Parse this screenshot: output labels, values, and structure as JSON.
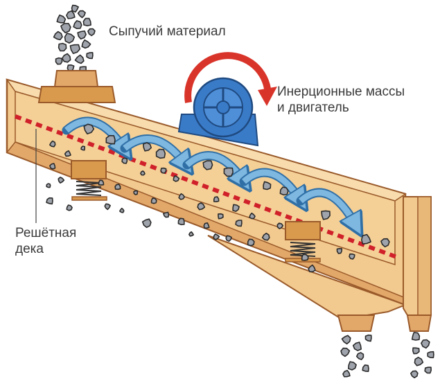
{
  "labels": {
    "bulk_material": "Сыпучий материал",
    "inertial_masses": [
      "Инерционные массы",
      "и двигатель"
    ],
    "screen_deck": [
      "Решётная",
      "дека"
    ]
  },
  "colors": {
    "frame_fill": "#f2c98f",
    "frame_light": "#f8dcae",
    "frame_shade": "#e2a86a",
    "frame_outline": "#9a5a2a",
    "deck_dashes": "#d0202a",
    "flow_arrow": "#7eb7e0",
    "flow_arrow_outline": "#2f6fa6",
    "motor_blue": "#3a7bc8",
    "rotation_arrow": "#d9342a",
    "spring_block": "#d99a4e",
    "stone_fill": "#9fa3ab",
    "stone_outline": "#2a2a2a",
    "label_text": "#3a3a3a"
  },
  "components": [
    "feed-hopper",
    "screen-box",
    "screen-deck",
    "vibrator-motor",
    "rotation-arrow",
    "flow-arrows",
    "spring-mounts",
    "discharge-hopper",
    "oversize-chute",
    "bulk-stones"
  ]
}
